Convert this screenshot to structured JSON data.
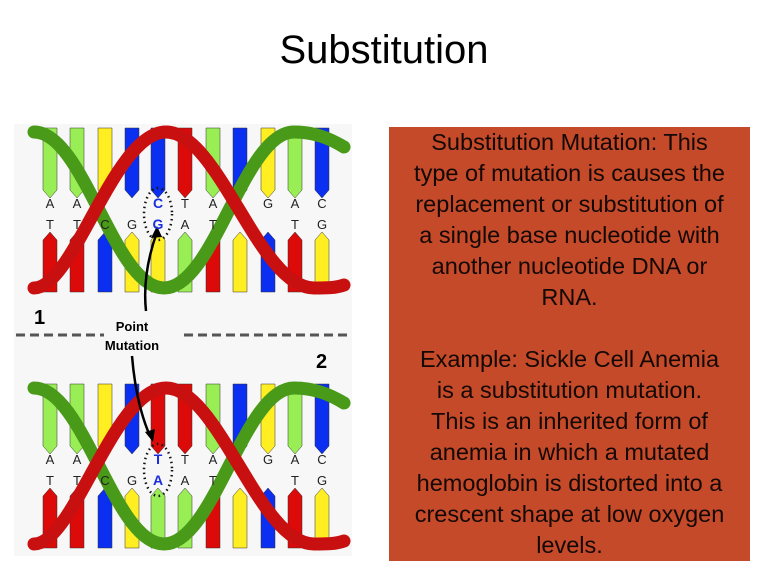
{
  "slide": {
    "title": "Substitution",
    "description": [
      "Substitution Mutation: This",
      "type of mutation is causes the",
      "replacement or substitution of",
      "a single base nucleotide with",
      "another nucleotide DNA or",
      "RNA."
    ],
    "example": [
      "Example: Sickle Cell Anemia",
      "is a substitution mutation.",
      "This is an inherited form of",
      "anemia in which a mutated",
      "hemoglobin is distorted into a",
      "crescent shape at low oxygen",
      "levels."
    ]
  },
  "diagram": {
    "label_1": "1",
    "label_2": "2",
    "point_label_1": "Point",
    "point_label_2": "Mutation",
    "colors": {
      "A": "#99ee55",
      "T": "#dd0a0a",
      "C": "#0a2ff0",
      "G": "#ffee22",
      "green_strand": "#4a9a1a",
      "red_strand": "#c81010",
      "mutation_letter": "#1a2ee0"
    },
    "panels": [
      {
        "top": [
          "A",
          "A",
          "",
          "",
          "C",
          "T",
          "A",
          "",
          "G",
          "A",
          "C"
        ],
        "bottom": [
          "T",
          "T",
          "C",
          "G",
          "G",
          "A",
          "T",
          "",
          "",
          "T",
          "G"
        ]
      },
      {
        "top": [
          "A",
          "A",
          "",
          "",
          "T",
          "T",
          "A",
          "",
          "G",
          "A",
          "C"
        ],
        "bottom": [
          "T",
          "T",
          "C",
          "G",
          "A",
          "A",
          "T",
          "",
          "",
          "T",
          "G"
        ]
      }
    ]
  }
}
